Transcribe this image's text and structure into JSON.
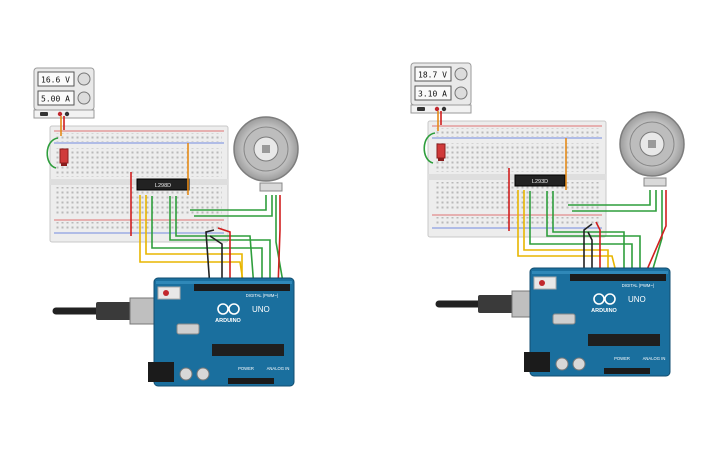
{
  "circuits": [
    {
      "id": "left",
      "psu": {
        "voltage": "16.6 V",
        "current": "5.00 A"
      },
      "chip_label": "L298D",
      "board": {
        "brand": "ARDUINO",
        "model": "UNO",
        "digital_label": "DIGITAL (PWM~)",
        "power_label": "POWER",
        "analog_label": "ANALOG IN"
      }
    },
    {
      "id": "right",
      "psu": {
        "voltage": "18.7 V",
        "current": "3.10 A"
      },
      "chip_label": "L293D",
      "board": {
        "brand": "ARDUINO",
        "model": "UNO",
        "digital_label": "DIGITAL (PWM~)",
        "power_label": "POWER",
        "analog_label": "ANALOG IN"
      }
    }
  ],
  "colors": {
    "wire_red": "#d11f1f",
    "wire_green": "#2e9e3c",
    "wire_yellow": "#e8b600",
    "wire_orange": "#e58a18",
    "wire_black": "#222222",
    "board_blue": "#1a6f9e",
    "breadboard": "#eeeeee",
    "psu_body": "#e6e6e6"
  },
  "icons": [
    "motor-icon",
    "usb-cable-icon",
    "power-supply-icon",
    "arduino-logo-icon"
  ]
}
